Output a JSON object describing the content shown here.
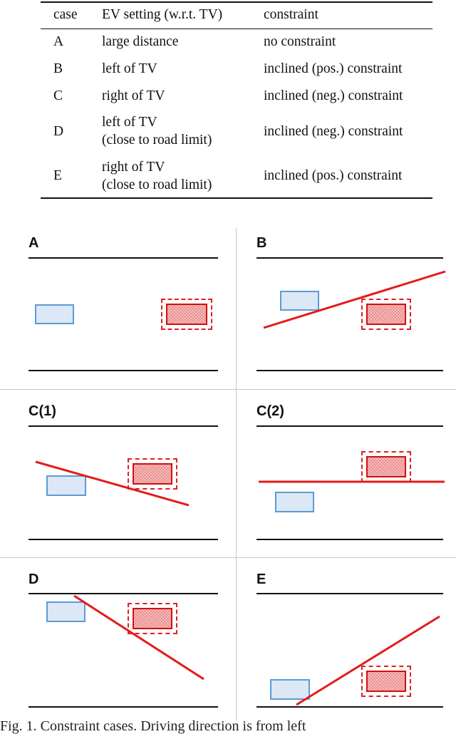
{
  "table": {
    "headers": [
      "case",
      "EV setting (w.r.t. TV)",
      "constraint"
    ],
    "rows": [
      {
        "case": "A",
        "setting": [
          "large distance"
        ],
        "constraint": "no constraint"
      },
      {
        "case": "B",
        "setting": [
          "left of TV"
        ],
        "constraint": "inclined (pos.) constraint"
      },
      {
        "case": "C",
        "setting": [
          "right of TV"
        ],
        "constraint": "inclined (neg.) constraint"
      },
      {
        "case": "D",
        "setting": [
          "left of TV",
          "(close to road limit)"
        ],
        "constraint": "inclined (neg.) constraint"
      },
      {
        "case": "E",
        "setting": [
          "right of TV",
          "(close to road limit)"
        ],
        "constraint": "inclined (pos.) constraint"
      }
    ]
  },
  "figure": {
    "panels": [
      {
        "label": "A"
      },
      {
        "label": "B"
      },
      {
        "label": "C(1)"
      },
      {
        "label": "C(2)"
      },
      {
        "label": "D"
      },
      {
        "label": "E"
      }
    ],
    "colors": {
      "ev_fill": "#dce8f5",
      "ev_border": "#5b9bd5",
      "tv": "#d01010",
      "constraint": "#e51b1b"
    }
  },
  "caption": "Fig. 1.  Constraint cases.  Driving direction is from left"
}
